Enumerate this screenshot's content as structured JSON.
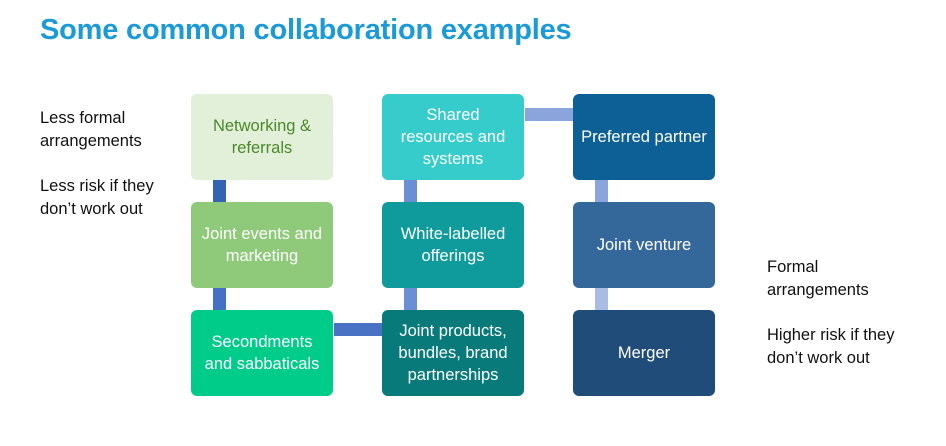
{
  "title": "Some common collaboration examples",
  "left_notes": {
    "formality": "Less formal arrangements",
    "risk": "Less risk if they don’t work out"
  },
  "right_notes": {
    "formality": "Formal arrangements",
    "risk": "Higher risk if they don’t work out"
  },
  "columns": [
    {
      "boxes": [
        {
          "label": "Networking & referrals",
          "color": "#e2efd9",
          "text_color": "#4a8a2a"
        },
        {
          "label": "Joint events and marketing",
          "color": "#8fc97a",
          "text_color": "#ffffff"
        },
        {
          "label": "Secondments and sabbaticals",
          "color": "#00cc8a",
          "text_color": "#ffffff"
        }
      ]
    },
    {
      "boxes": [
        {
          "label": "Shared resources and systems",
          "color": "#36cccc",
          "text_color": "#ffffff"
        },
        {
          "label": "White-labelled offerings",
          "color": "#0f9b9b",
          "text_color": "#ffffff"
        },
        {
          "label": "Joint products, bundles, brand partnerships",
          "color": "#087a7a",
          "text_color": "#ffffff"
        }
      ]
    },
    {
      "boxes": [
        {
          "label": "Preferred partner",
          "color": "#0d6096",
          "text_color": "#ffffff"
        },
        {
          "label": "Joint venture",
          "color": "#35689a",
          "text_color": "#ffffff"
        },
        {
          "label": "Merger",
          "color": "#1f4c78",
          "text_color": "#ffffff"
        }
      ]
    }
  ],
  "connector_colors": {
    "col1_top": "#3563b3",
    "col1_bottom": "#4471c4",
    "col1_to_col2": "#4a72c4",
    "col2_vertical": "#6b8fd4",
    "col2_to_col3": "#8aa5dc",
    "col3_top": "#8aa5dc",
    "col3_bottom": "#a9bce4"
  }
}
